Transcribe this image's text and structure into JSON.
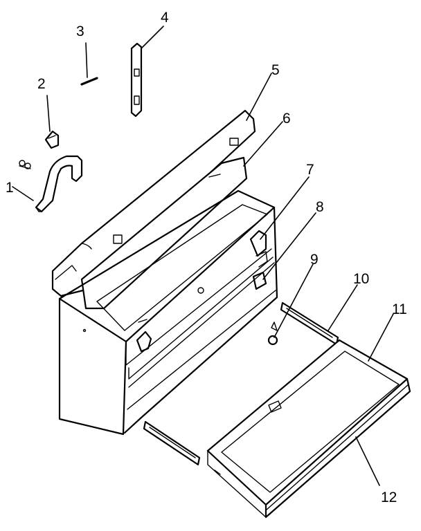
{
  "diagram": {
    "callouts": [
      {
        "id": 1,
        "label": "1"
      },
      {
        "id": 2,
        "label": "2"
      },
      {
        "id": 3,
        "label": "3"
      },
      {
        "id": 4,
        "label": "4"
      },
      {
        "id": 5,
        "label": "5"
      },
      {
        "id": 6,
        "label": "6"
      },
      {
        "id": 7,
        "label": "7"
      },
      {
        "id": 8,
        "label": "8"
      },
      {
        "id": 9,
        "label": "9"
      },
      {
        "id": 10,
        "label": "10"
      },
      {
        "id": 11,
        "label": "11"
      },
      {
        "id": 12,
        "label": "12"
      }
    ]
  }
}
